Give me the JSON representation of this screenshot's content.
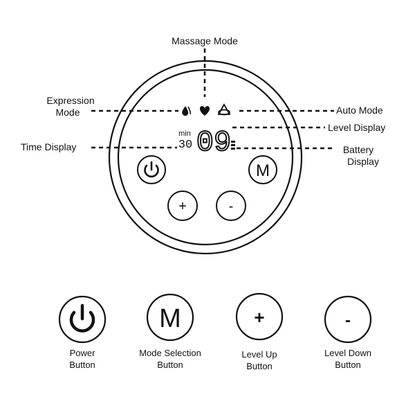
{
  "callouts": {
    "massage_mode": "Massage Mode",
    "expression_mode_line1": "Expression",
    "expression_mode_line2": "Mode",
    "auto_mode": "Auto Mode",
    "level_display": "Level Display",
    "time_display": "Time Display",
    "battery_display_line1": "Battery",
    "battery_display_line2": "Display"
  },
  "lcd": {
    "min_label": "min",
    "time_value": "30",
    "level_value": "09"
  },
  "device_buttons": {
    "power_icon": "power-icon",
    "mode_glyph": "M",
    "plus_glyph": "+",
    "minus_glyph": "-"
  },
  "legend": [
    {
      "icon": "power-icon",
      "glyph": "",
      "line1": "Power",
      "line2": "Button"
    },
    {
      "icon": "mode-icon",
      "glyph": "M",
      "line1": "Mode Selection",
      "line2": "Button"
    },
    {
      "icon": "plus-icon",
      "glyph": "+",
      "line1": "Level Up",
      "line2": "Button"
    },
    {
      "icon": "minus-icon",
      "glyph": "-",
      "line1": "Level Down",
      "line2": "Button"
    }
  ],
  "colors": {
    "ink": "#111111",
    "background": "#ffffff"
  }
}
